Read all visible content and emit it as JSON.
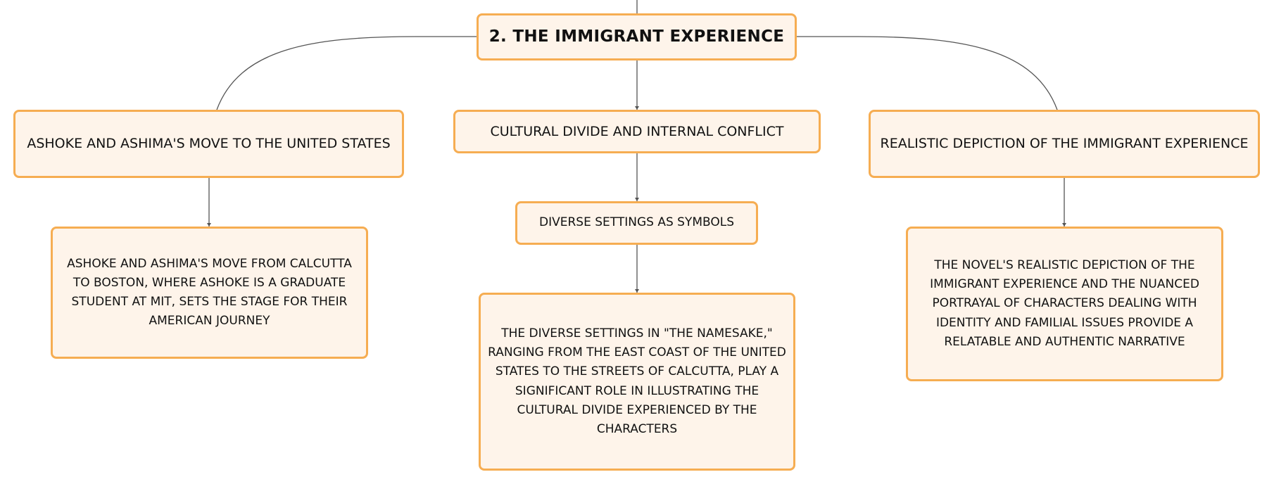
{
  "mindmap": {
    "root": {
      "label": "2. THE IMMIGRANT EXPERIENCE"
    },
    "branches": [
      {
        "label": "ASHOKE AND ASHIMA'S MOVE TO THE UNITED STATES",
        "detail": "ASHOKE AND ASHIMA'S MOVE FROM CALCUTTA TO BOSTON, WHERE ASHOKE IS A GRADUATE STUDENT AT MIT, SETS THE STAGE FOR THEIR AMERICAN JOURNEY"
      },
      {
        "label": "CULTURAL DIVIDE AND INTERNAL CONFLICT",
        "sub": "DIVERSE SETTINGS AS SYMBOLS",
        "detail": "THE DIVERSE SETTINGS IN \"THE NAMESAKE,\" RANGING FROM THE EAST COAST OF THE UNITED STATES TO THE STREETS OF CALCUTTA, PLAY A SIGNIFICANT ROLE IN ILLUSTRATING THE CULTURAL DIVIDE EXPERIENCED BY THE CHARACTERS"
      },
      {
        "label": "REALISTIC DEPICTION OF THE IMMIGRANT EXPERIENCE",
        "detail": "THE NOVEL'S REALISTIC DEPICTION OF THE IMMIGRANT EXPERIENCE AND THE NUANCED PORTRAYAL OF CHARACTERS DEALING WITH IDENTITY AND FAMILIAL ISSUES PROVIDE A RELATABLE AND AUTHENTIC NARRATIVE"
      }
    ],
    "colors": {
      "node_fill": "#fef4ea",
      "node_border": "#f6ad52",
      "connector": "#555555",
      "text": "#111111"
    }
  }
}
